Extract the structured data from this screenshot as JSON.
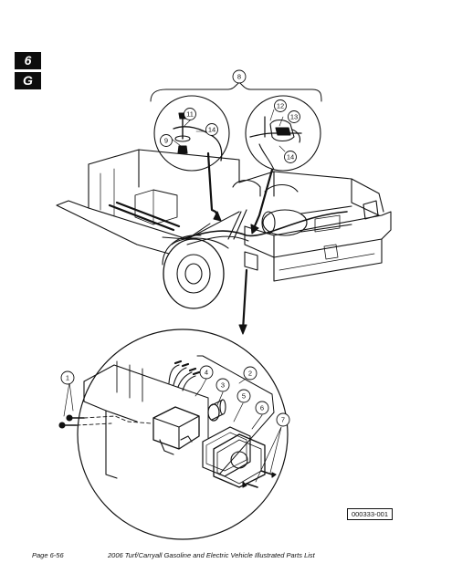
{
  "section_tabs": {
    "chapter": "6",
    "letter": "G"
  },
  "callouts": {
    "c8": "8",
    "c9": "9",
    "c11": "11",
    "c14a": "14",
    "c12": "12",
    "c13": "13",
    "c14b": "14",
    "c1": "1",
    "c2": "2",
    "c3": "3",
    "c4": "4",
    "c5": "5",
    "c6": "6",
    "c7": "7"
  },
  "figure_id": "000333-001",
  "footer": {
    "page": "Page 6-56",
    "title": "2006 Turf/Carryall Gasoline and Electric Vehicle Illustrated Parts List"
  }
}
